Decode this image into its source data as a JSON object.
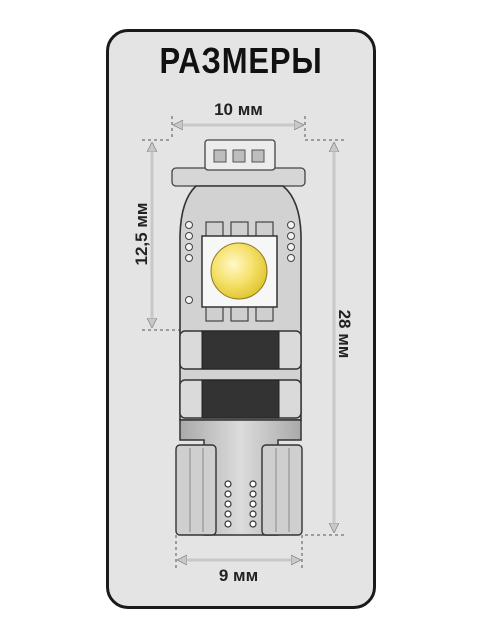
{
  "title": "РАЗМЕРЫ",
  "dimensions": {
    "top_width": "10 мм",
    "bottom_width": "9 мм",
    "led_height": "12,5 мм",
    "total_height": "28 мм"
  },
  "colors": {
    "card_bg": "#e4e4e4",
    "frame": "#1a1a1a",
    "led_yellow": "#f5e16a",
    "pcb_grey": "#c9c9c9",
    "resistor_dark": "#333333"
  }
}
